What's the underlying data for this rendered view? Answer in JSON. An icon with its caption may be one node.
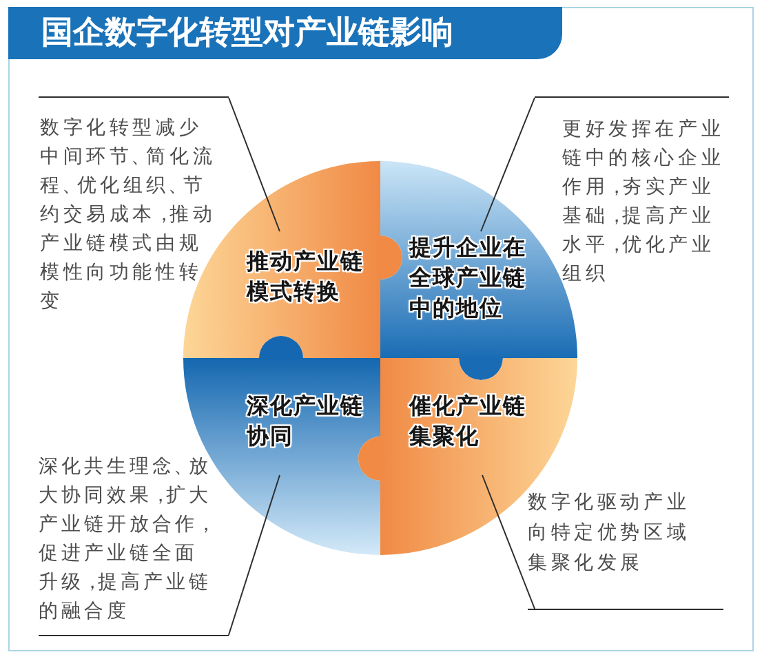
{
  "diagram": {
    "title": "国企数字化转型对产业链影响",
    "nodes": [
      {
        "text": [
          "数字化转型减少中间环节、简化流程、优化组织、节约交易成本，推动产业链模式由规模性向功能性转变"
        ]
      },
      {
        "text": [
          "更好发挥在产业链中的核心企业作用，夯实产业基础，提高产业水平，优化产业组织"
        ]
      },
      {
        "text": [
          "推动产业链模式转换"
        ]
      },
      {
        "text": [
          "提升企业在全球产业链中的地位"
        ]
      },
      {
        "text": [
          "深化产业链协同"
        ]
      },
      {
        "text": [
          "催化产业链集聚化"
        ]
      },
      {
        "text": [
          "深化共生理念、放大协同效果，扩大产业链开放合作，促进产业链全面升级，提高产业链的融合度"
        ]
      },
      {
        "text": [
          "数字化驱动产业向特定优势区域集聚化发展"
        ]
      }
    ],
    "edges": [
      {
        "from": 0,
        "to": 2,
        "arrow": "none"
      },
      {
        "from": 1,
        "to": 3,
        "arrow": "none"
      },
      {
        "from": 6,
        "to": 4,
        "arrow": "none"
      },
      {
        "from": 7,
        "to": 5,
        "arrow": "none"
      }
    ]
  }
}
